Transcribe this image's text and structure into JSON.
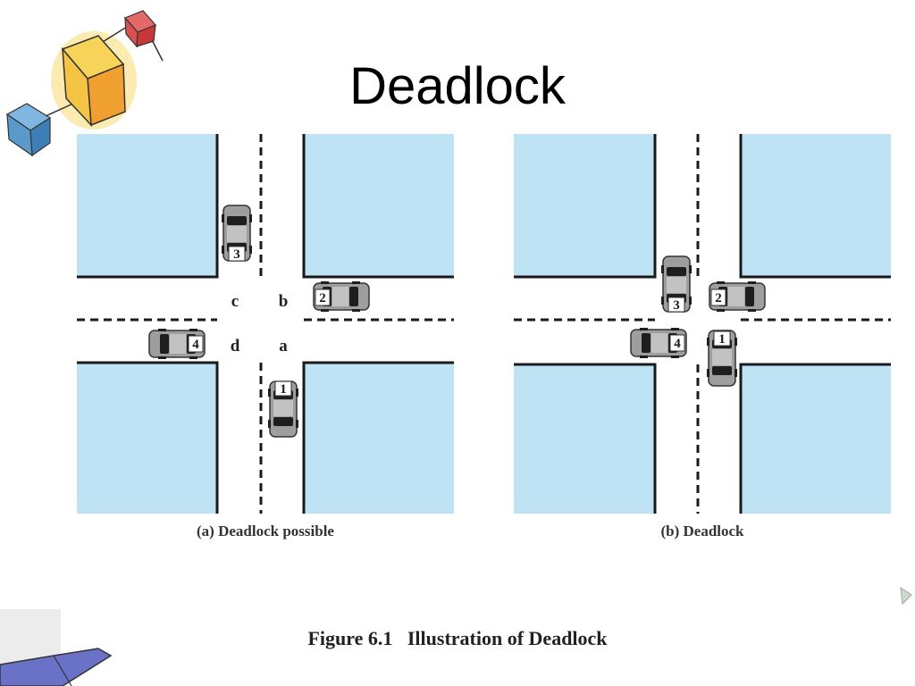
{
  "slide": {
    "title": "Deadlock",
    "figure_caption": "Figure 6.1   Illustration of Deadlock"
  },
  "colors": {
    "block": "#bde3f5",
    "road_edge": "#1a1a1a",
    "car_body": "#9e9e9e",
    "car_dark": "#1e1e1e"
  },
  "icons": {
    "top_left": "cubes-clipart-icon",
    "bottom_left": "paper-clipart-icon",
    "right_edge": "arrow-clipart-icon"
  },
  "panels": [
    {
      "id": "a",
      "caption": "(a) Deadlock possible",
      "lane_labels": [
        "c",
        "b",
        "d",
        "a"
      ],
      "cars": [
        {
          "number": "1",
          "heading": "north"
        },
        {
          "number": "2",
          "heading": "west"
        },
        {
          "number": "3",
          "heading": "south"
        },
        {
          "number": "4",
          "heading": "east"
        }
      ]
    },
    {
      "id": "b",
      "caption": "(b) Deadlock",
      "lane_labels": [],
      "cars": [
        {
          "number": "1",
          "heading": "north"
        },
        {
          "number": "2",
          "heading": "west"
        },
        {
          "number": "3",
          "heading": "south"
        },
        {
          "number": "4",
          "heading": "east"
        }
      ]
    }
  ]
}
